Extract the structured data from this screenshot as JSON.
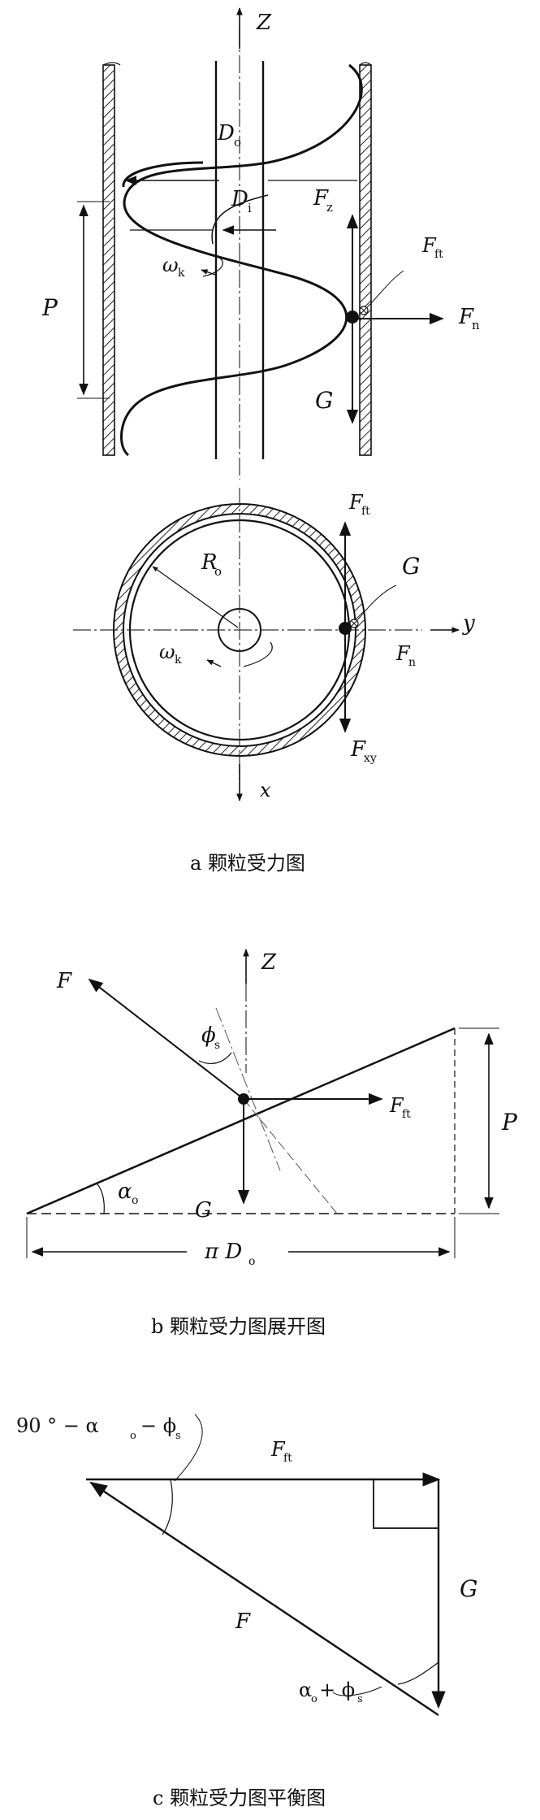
{
  "panel_a": {
    "caption": "a 颗粒受力图",
    "axis_z": "Z",
    "axis_y": "y",
    "axis_x": "x",
    "label_Do": "D",
    "label_Do_sub": "o",
    "label_Di": "D",
    "label_Di_sub": "i",
    "label_Fz": "F",
    "label_Fz_sub": "z",
    "label_Fft": "F",
    "label_Fft_sub": "ft",
    "label_Fn": "F",
    "label_Fn_sub": "n",
    "label_P": "P",
    "label_omega": "ω",
    "label_omega_sub": "k",
    "label_G": "G",
    "label_Fft2": "F",
    "label_Fft2_sub": "ft",
    "label_Ro": "R",
    "label_Ro_sub": "o",
    "label_G2": "G",
    "label_omega2": "ω",
    "label_omega2_sub": "k",
    "label_Fn2": "F",
    "label_Fn2_sub": "n",
    "label_Fxy": "F",
    "label_Fxy_sub": "xy"
  },
  "panel_b": {
    "caption": "b 颗粒受力图展开图",
    "axis_z": "Z",
    "label_F": "F",
    "label_phi": "ϕ",
    "label_phi_sub": "s",
    "label_Fft": "F",
    "label_Fft_sub": "ft",
    "label_P": "P",
    "label_alpha": "α",
    "label_alpha_sub": "o",
    "label_G": "G",
    "label_piDo": "π D",
    "label_piDo_sub": "o"
  },
  "panel_c": {
    "caption": "c 颗粒受力图平衡图",
    "angle_top_a": "90 °  − α",
    "angle_top_sub1": "o",
    "angle_top_b": "− ϕ",
    "angle_top_sub2": "s",
    "label_Fft": "F",
    "label_Fft_sub": "ft",
    "label_G": "G",
    "label_F": "F",
    "angle_bottom_a": "α",
    "angle_bottom_sub1": "o",
    "angle_bottom_b": "+ ϕ",
    "angle_bottom_sub2": "s"
  }
}
